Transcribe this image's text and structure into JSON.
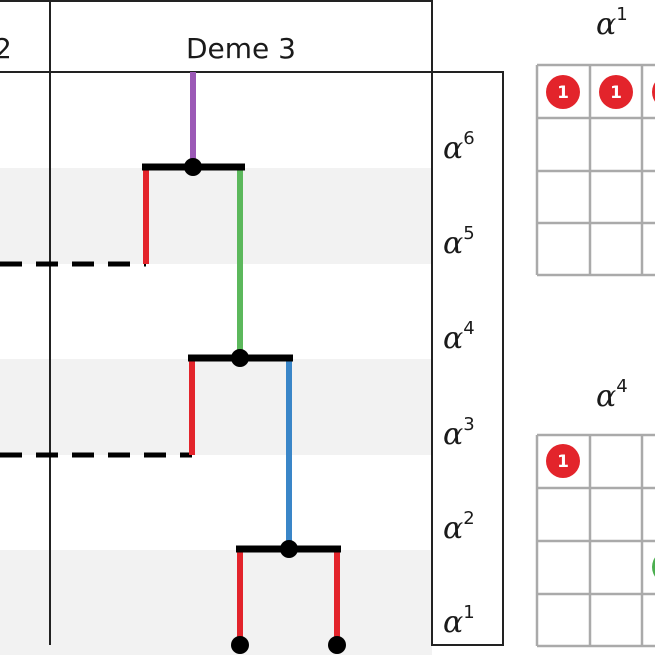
{
  "headers": {
    "deme2_partial": "2",
    "deme3": "Deme 3"
  },
  "colors": {
    "band": "#f2f2f2",
    "purple": "#9b59b6",
    "red": "#e3242b",
    "green": "#5cb85c",
    "blue": "#3a86c8",
    "black": "#000000",
    "grid": "#aaaaaa",
    "badge_red": "#e3242b",
    "badge_green": "#4caf50"
  },
  "epochs": [
    {
      "base": "α",
      "sup": "6"
    },
    {
      "base": "α",
      "sup": "5"
    },
    {
      "base": "α",
      "sup": "4"
    },
    {
      "base": "α",
      "sup": "3"
    },
    {
      "base": "α",
      "sup": "2"
    },
    {
      "base": "α",
      "sup": "1"
    }
  ],
  "grids": [
    {
      "title_base": "α",
      "title_sup": "1",
      "badges": [
        {
          "label": "1",
          "color": "red"
        },
        {
          "label": "1",
          "color": "red"
        },
        {
          "label": "",
          "color": "red"
        }
      ]
    },
    {
      "title_base": "α",
      "title_sup": "4",
      "badges": [
        {
          "label": "1",
          "color": "red"
        },
        {
          "label": "",
          "color": "green"
        }
      ]
    }
  ]
}
